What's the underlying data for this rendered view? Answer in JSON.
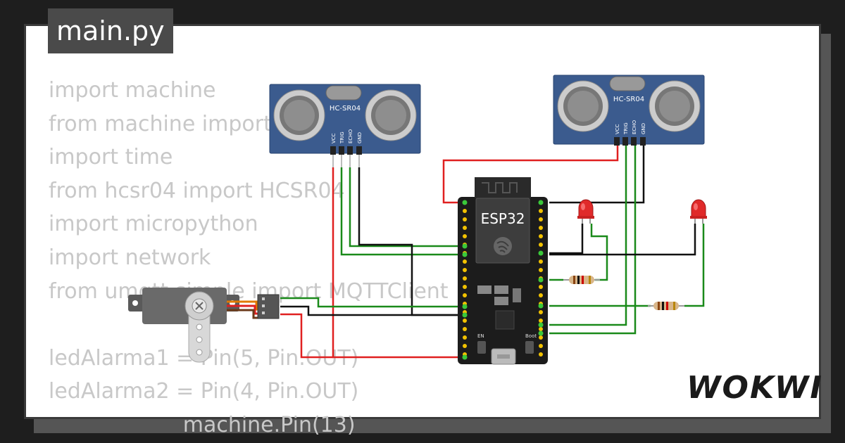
{
  "file_tab": {
    "label": "main.py"
  },
  "code_lines": [
    "import machine",
    "from machine import Pin",
    "import time",
    "from hcsr04 import HCSR04",
    "import micropython",
    "import network",
    "from umqtt.simple import MQTTClient",
    "",
    "ledAlarma1 = Pin(5, Pin.OUT)",
    "ledAlarma2 = Pin(4, Pin.OUT)",
    "                    machine.Pin(13)"
  ],
  "sensor_left": {
    "model": "HC-SR04",
    "pins": [
      "VCC",
      "TRIG",
      "ECHO",
      "GND"
    ]
  },
  "sensor_right": {
    "model": "HC-SR04",
    "pins": [
      "VCC",
      "TRIG",
      "ECHO",
      "GND"
    ]
  },
  "mcu": {
    "label": "ESP32",
    "en_label": "EN",
    "boot_label": "Boot"
  },
  "brand": {
    "logo": "WOKWI"
  },
  "colors": {
    "wire_red": "#e02020",
    "wire_green": "#1a8a1a",
    "wire_black": "#111111",
    "sensor_blue": "#3b5b8e",
    "board_black": "#1c1c1c",
    "led_red": "#e02a2a"
  }
}
